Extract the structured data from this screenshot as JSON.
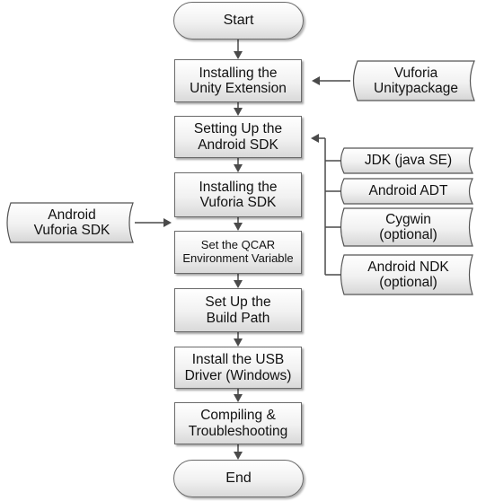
{
  "diagram": {
    "nodes": {
      "start": "Start",
      "install_unity_extension": "Installing the\nUnity Extension",
      "setup_android_sdk": "Setting Up the\nAndroid SDK",
      "install_vuforia_sdk": "Installing the\nVuforia SDK",
      "set_qcar_env": "Set the QCAR\nEnvironment Variable",
      "set_build_path": "Set Up the\nBuild Path",
      "install_usb_driver": "Install the USB\nDriver (Windows)",
      "compiling": "Compiling &\nTroubleshooting",
      "end": "End"
    },
    "inputs": {
      "vuforia_unitypackage": "Vuforia\nUnitypackage",
      "jdk": "JDK (java SE)",
      "android_adt": "Android ADT",
      "cygwin": "Cygwin\n(optional)",
      "android_ndk": "Android NDK\n(optional)",
      "android_vuforia_sdk": "Android\nVuforia SDK"
    },
    "colors": {
      "box_border": "#6a6a6a",
      "connector": "#4a4a4a",
      "fill_top": "#ffffff",
      "fill_bottom": "#d9d9d9"
    }
  }
}
